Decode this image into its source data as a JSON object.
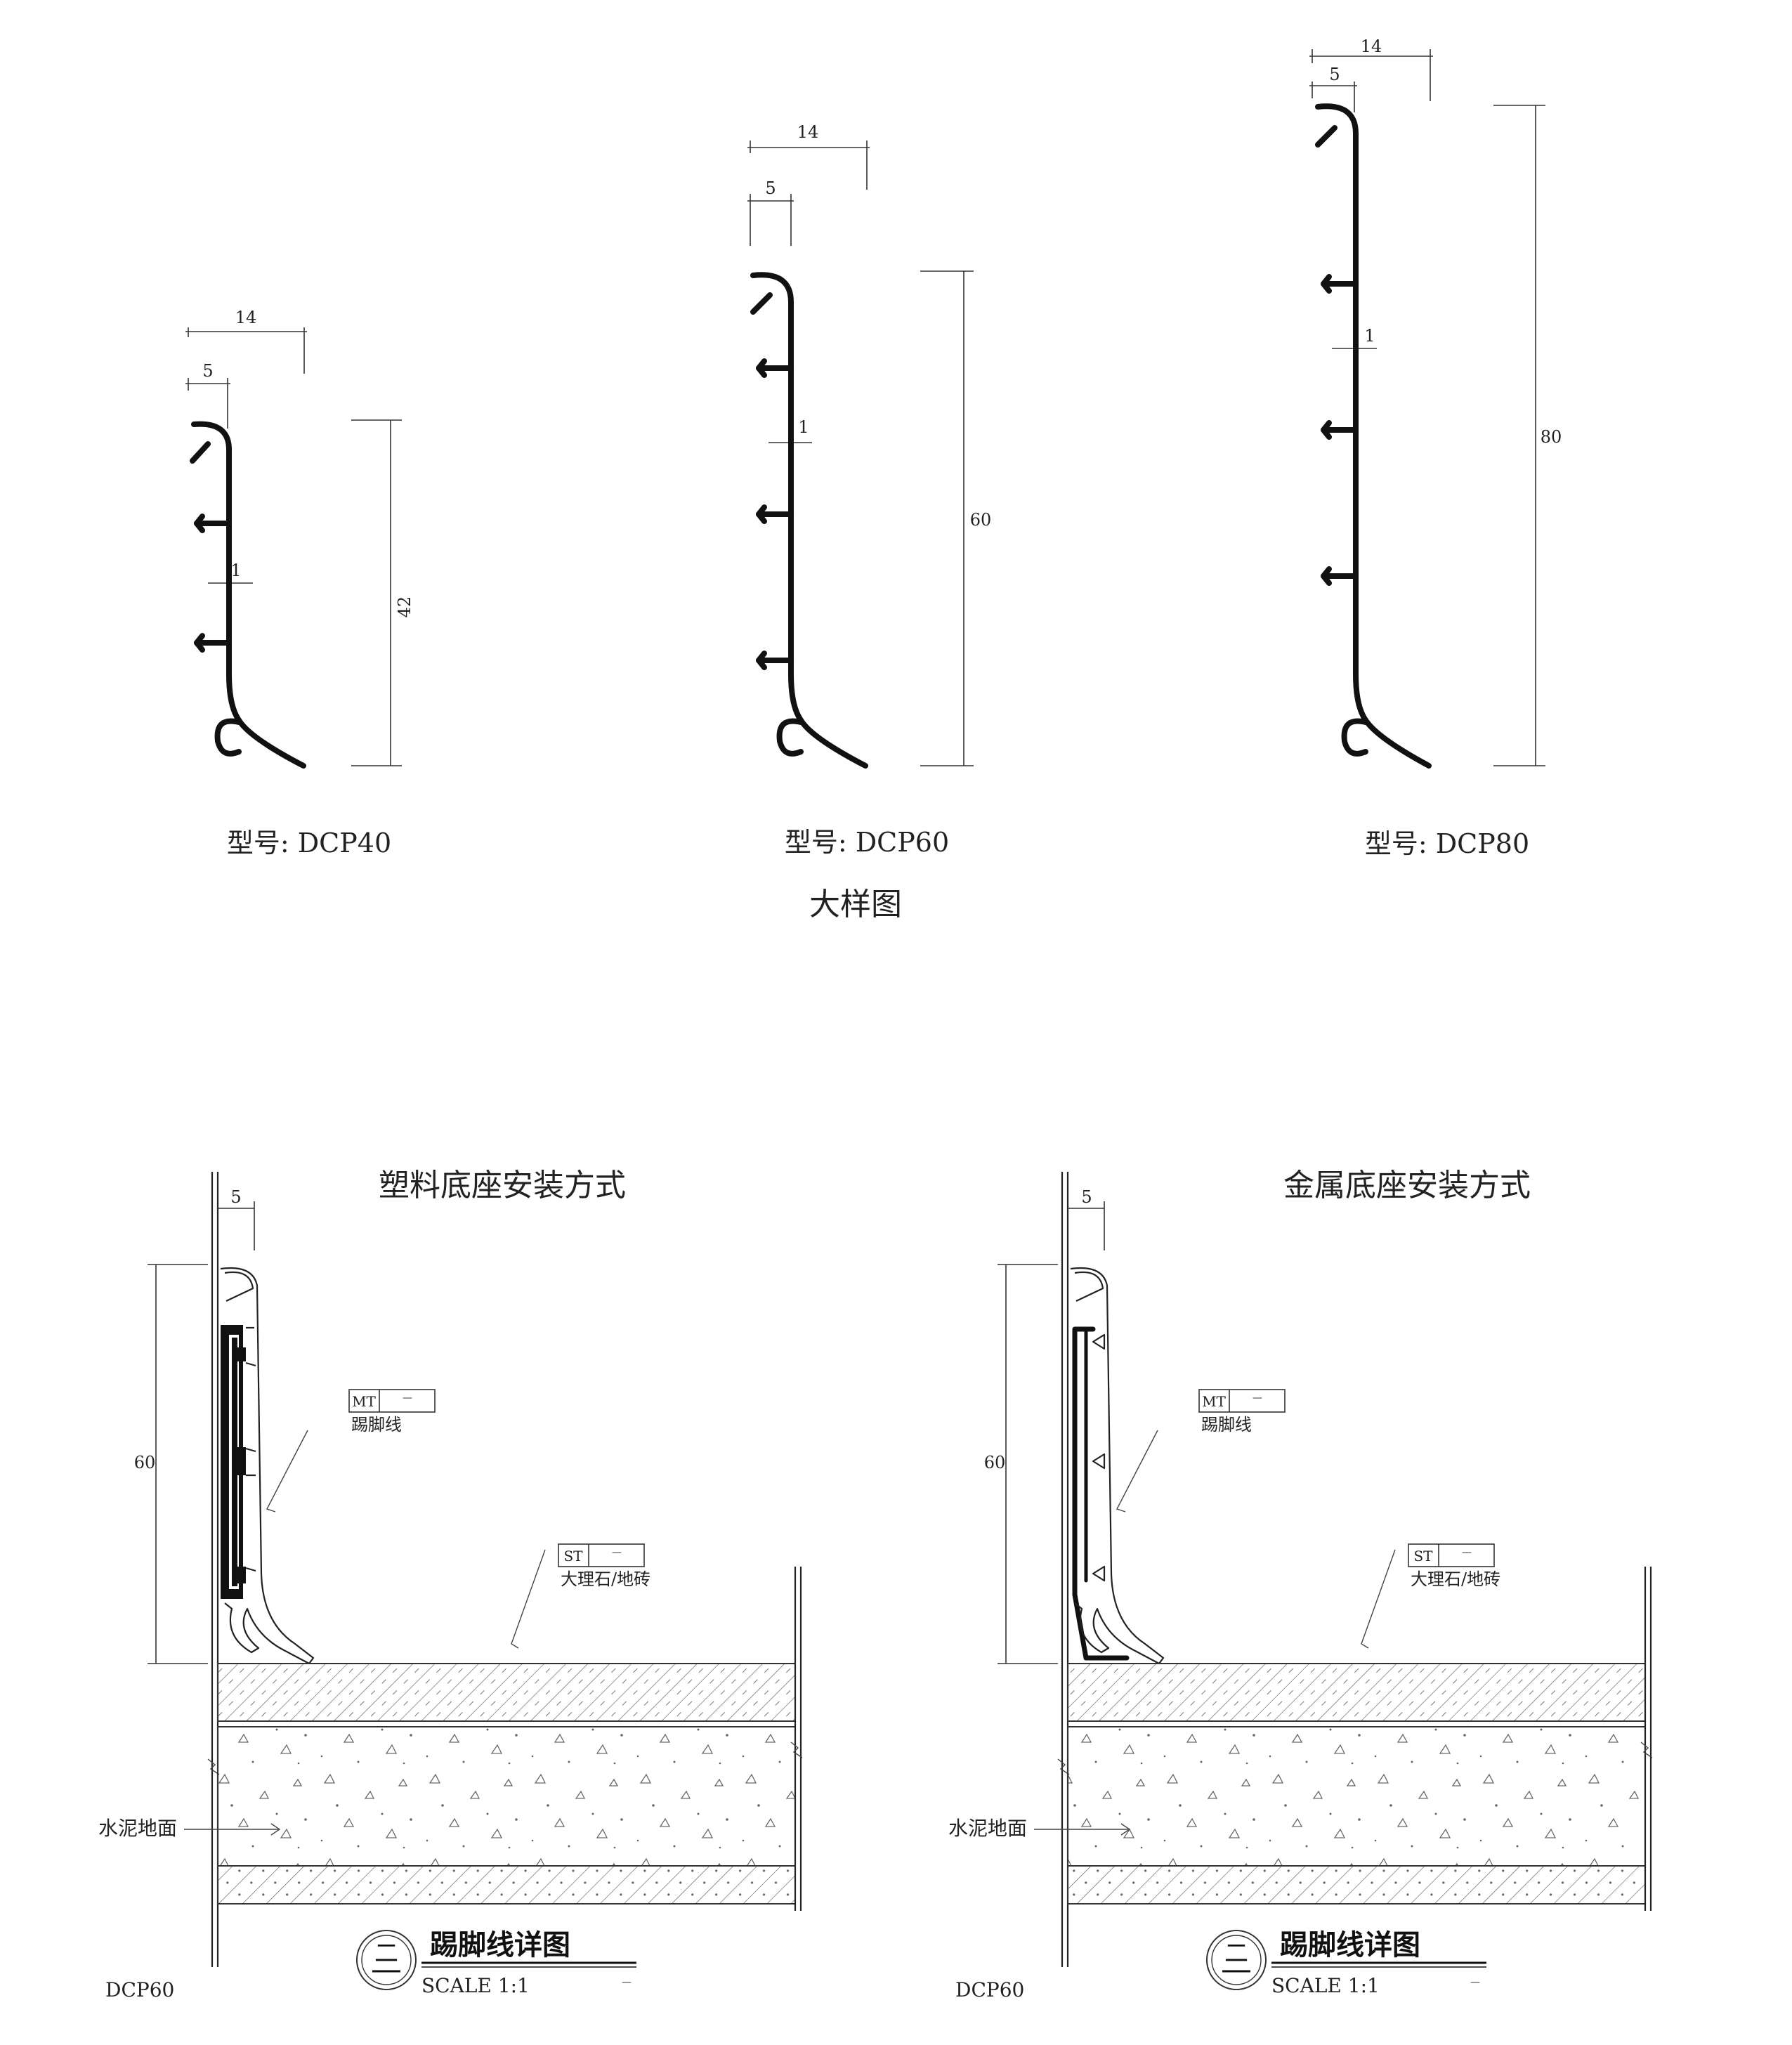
{
  "detail_section": {
    "title": "大样图",
    "profiles": [
      {
        "model_label": "型号: DCP40",
        "dim_total_width": "14",
        "dim_lip_width": "5",
        "dim_thickness": "1",
        "dim_height": "42"
      },
      {
        "model_label": "型号: DCP60",
        "dim_total_width": "14",
        "dim_lip_width": "5",
        "dim_thickness": "1",
        "dim_height": "60"
      },
      {
        "model_label": "型号: DCP80",
        "dim_total_width": "14",
        "dim_lip_width": "5",
        "dim_thickness": "1",
        "dim_height": "80"
      }
    ]
  },
  "install_section": {
    "details": [
      {
        "title": "塑料底座安装方式",
        "dim_offset": "5",
        "dim_height": "60",
        "tag_skirting_code": "MT",
        "tag_skirting_dash": "—",
        "tag_skirting_name": "踢脚线",
        "tag_floor_code": "ST",
        "tag_floor_dash": "—",
        "tag_floor_name": "大理石/地砖",
        "cement_label": "水泥地面",
        "drawing_title": "踢脚线详图",
        "drawing_scale": "SCALE 1:1",
        "drawing_symbol": "二",
        "scale_dash": "—",
        "model_code": "DCP60"
      },
      {
        "title": "金属底座安装方式",
        "dim_offset": "5",
        "dim_height": "60",
        "tag_skirting_code": "MT",
        "tag_skirting_dash": "—",
        "tag_skirting_name": "踢脚线",
        "tag_floor_code": "ST",
        "tag_floor_dash": "—",
        "tag_floor_name": "大理石/地砖",
        "cement_label": "水泥地面",
        "drawing_title": "踢脚线详图",
        "drawing_scale": "SCALE 1:1",
        "drawing_symbol": "二",
        "scale_dash": "—",
        "model_code": "DCP60"
      }
    ]
  }
}
